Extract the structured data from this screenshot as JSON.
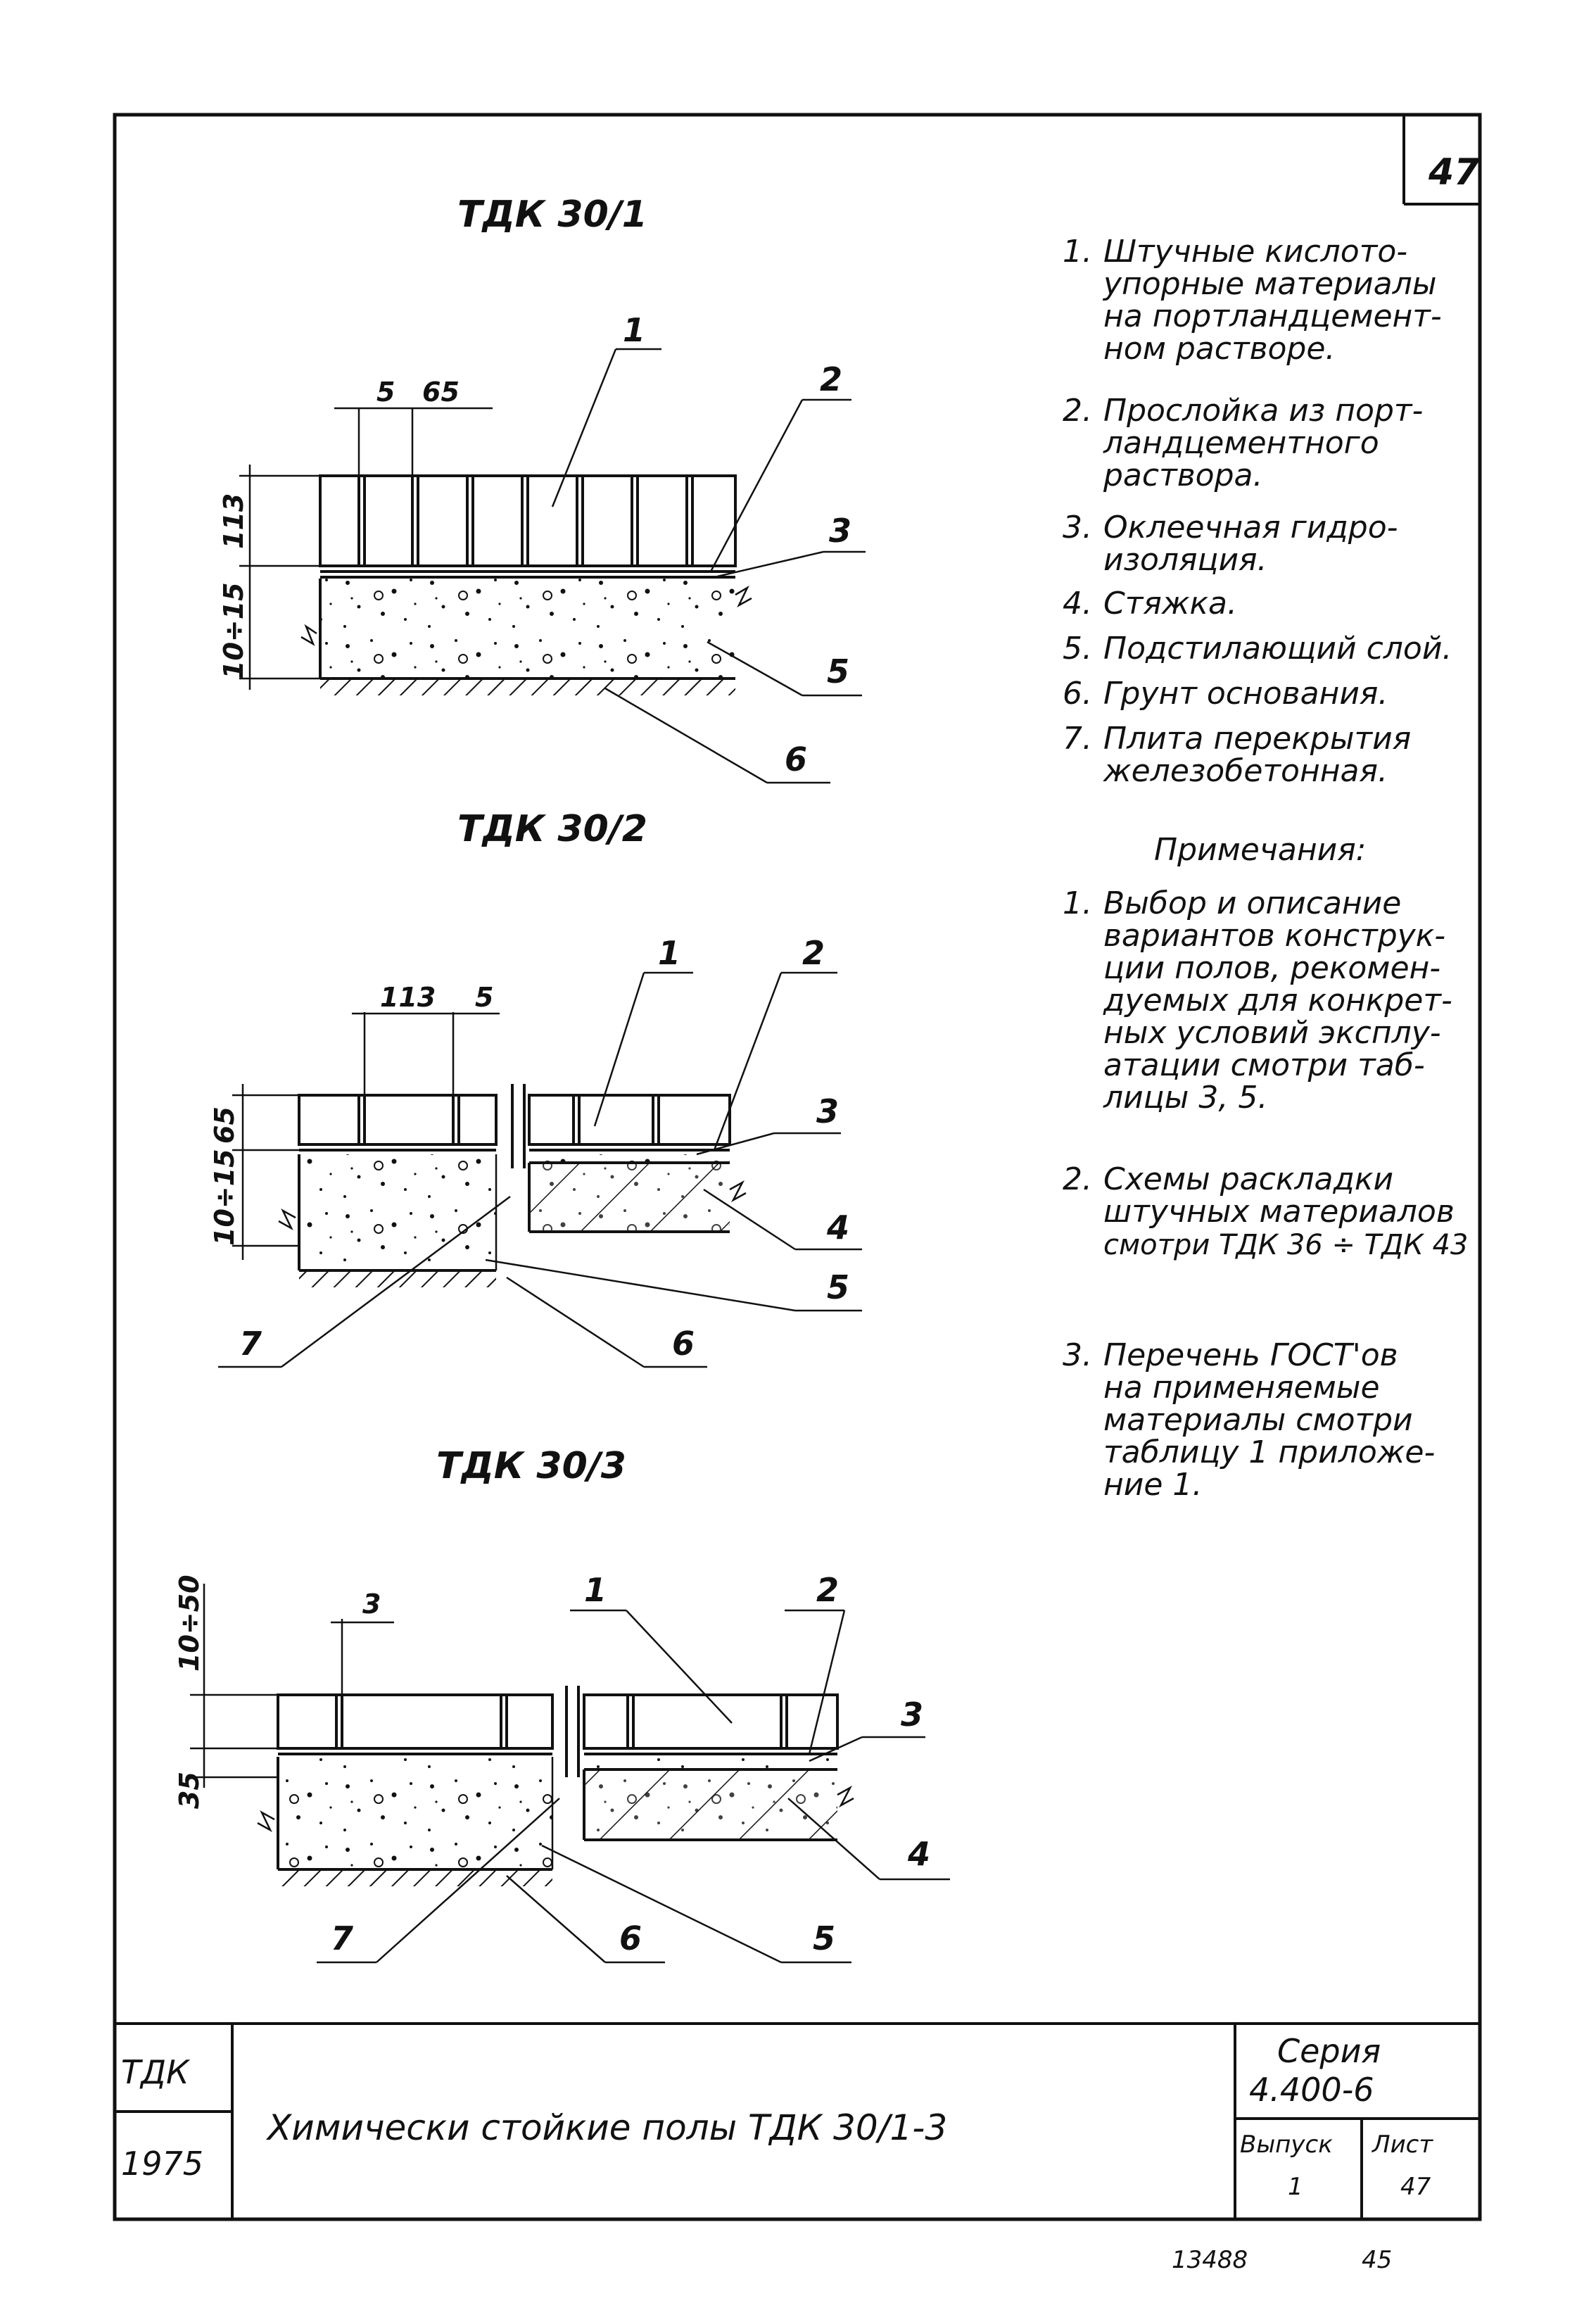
{
  "sheet_number": "47",
  "details": [
    {
      "title": "ТДК 30/1",
      "dims": [
        "5",
        "65",
        "113",
        "10÷15"
      ],
      "callouts": [
        "1",
        "2",
        "3",
        "5",
        "6"
      ]
    },
    {
      "title": "ТДК 30/2",
      "dims": [
        "113",
        "5",
        "65",
        "10÷15"
      ],
      "callouts": [
        "1",
        "2",
        "3",
        "4",
        "5",
        "6",
        "7"
      ]
    },
    {
      "title": "ТДК 30/3",
      "dims": [
        "3",
        "10÷50",
        "35"
      ],
      "callouts": [
        "1",
        "2",
        "3",
        "4",
        "5",
        "6",
        "7"
      ]
    }
  ],
  "legend": [
    {
      "num": "1.",
      "lines": [
        "Штучные кислото-",
        "упорные материалы",
        "на портландцемент-",
        "ном растворе."
      ]
    },
    {
      "num": "2.",
      "lines": [
        "Прослойка из порт-",
        "ландцементного",
        "раствора."
      ]
    },
    {
      "num": "3.",
      "lines": [
        "Оклеечная гидро-",
        "изоляция."
      ]
    },
    {
      "num": "4.",
      "lines": [
        "Стяжка."
      ]
    },
    {
      "num": "5.",
      "lines": [
        "Подстилающий слой."
      ]
    },
    {
      "num": "6.",
      "lines": [
        "Грунт основания."
      ]
    },
    {
      "num": "7.",
      "lines": [
        "Плита перекрытия",
        "железобетонная."
      ]
    }
  ],
  "notes_title": "Примечания:",
  "notes": [
    {
      "num": "1.",
      "lines": [
        "Выбор и описание",
        "вариантов конструк-",
        "ции полов, рекомен-",
        "дуемых для конкрет-",
        "ных условий эксплу-",
        "атации смотри таб-",
        "лицы 3, 5."
      ]
    },
    {
      "num": "2.",
      "lines": [
        "Схемы раскладки",
        "штучных материалов",
        "смотри ТДК 36 ÷ ТДК 43"
      ]
    },
    {
      "num": "3.",
      "lines": [
        "Перечень ГОСТ'ов",
        "на применяемые",
        "материалы смотри",
        "таблицу 1 приложе-",
        "ние 1."
      ]
    }
  ],
  "title_block": {
    "code": "ТДК",
    "year": "1975",
    "title": "Химически стойкие полы ТДК 30/1-3",
    "series_label": "Серия",
    "series_value": "4.400-6",
    "issue_label": "Выпуск",
    "issue_value": "1",
    "sheet_label": "Лист",
    "sheet_value": "47"
  },
  "footer_marks": [
    "13488",
    "45"
  ]
}
